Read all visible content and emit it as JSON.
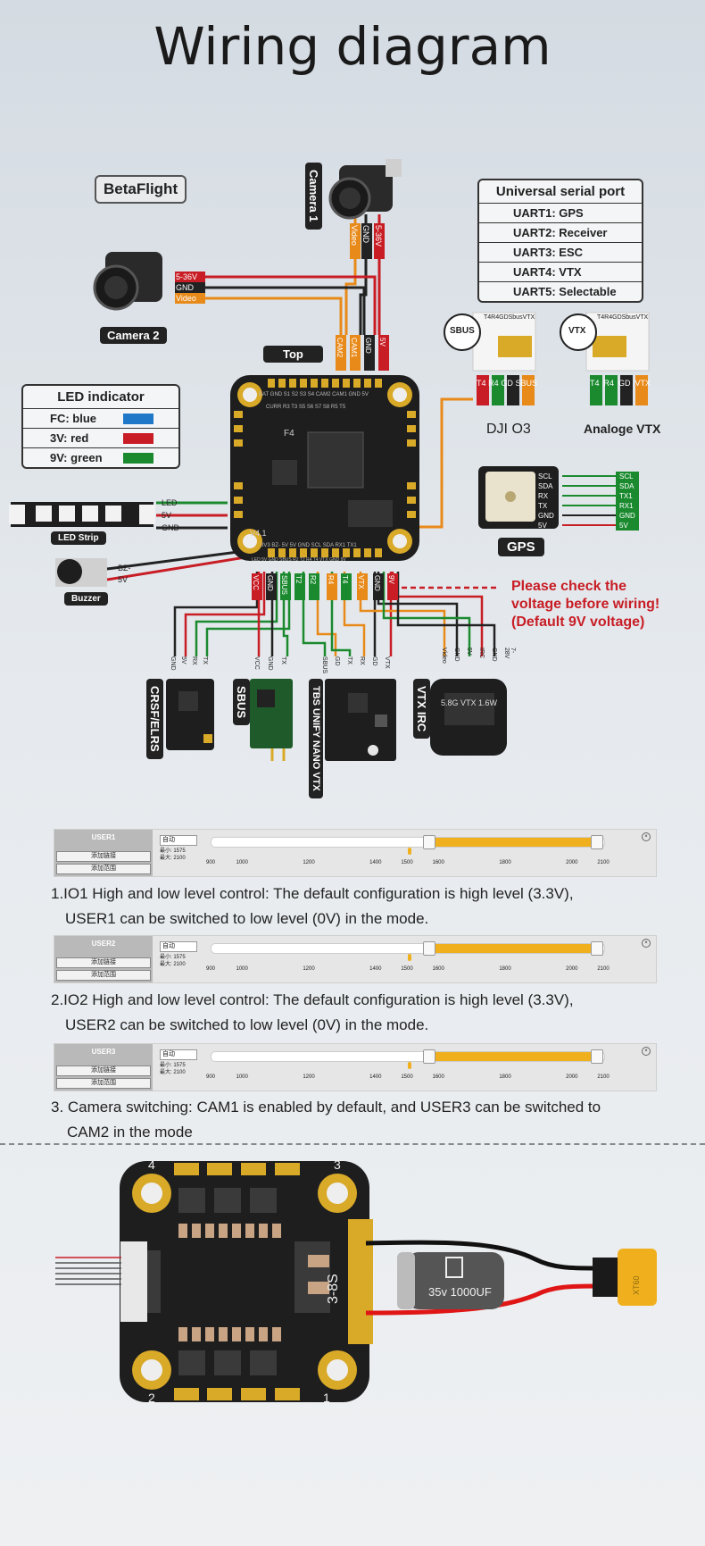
{
  "title": "Wiring diagram",
  "betaflight_badge": "BetaFlight",
  "top_label": "Top",
  "camera1": {
    "label": "Camera 1",
    "wires": [
      "Video",
      "GND",
      "5-36V"
    ]
  },
  "camera2": {
    "label": "Camera 2",
    "wires": [
      "5-36V",
      "GND",
      "Video"
    ]
  },
  "uart": {
    "header": "Universal serial port",
    "rows": [
      "UART1: GPS",
      "UART2: Receiver",
      "UART3: ESC",
      "UART4: VTX",
      "UART5: Selectable"
    ]
  },
  "led_indicator": {
    "header": "LED indicator",
    "rows": [
      {
        "text": "FC:  blue",
        "color": "#1f78c8"
      },
      {
        "text": "3V:  red",
        "color": "#c81d25"
      },
      {
        "text": "9V:  green",
        "color": "#1b8a2f"
      }
    ]
  },
  "fc": {
    "model": "F4",
    "version": "V4.1",
    "top_pads": "BAT GND  S1  S2  S3  S4 CAM2 CAM1 GND 5V",
    "row2": "CURR R3  T3  S5  S6  S7  S8  R5  T5",
    "bottom_pads": "3V3 BZ-  5V  5V GND SCL SDA RX1 TX1",
    "row_b2": "LED 5V  GND SBUS R2  T2  R4  T4  VTX GND 9V",
    "cam_pads": [
      "CAM2",
      "CAM1",
      "GND",
      "5V"
    ],
    "bottom_wires": [
      "VCC",
      "GND",
      "SBUS",
      "T2",
      "R2",
      "R4",
      "T4",
      "VTX",
      "GND",
      "9V"
    ]
  },
  "dji": {
    "label": "DJI O3",
    "chip": "SBUS",
    "pins": [
      "T4",
      "R4",
      "GD",
      "SBUS"
    ],
    "header_pins": [
      "T4",
      "R4",
      "GD",
      "Sbus",
      "VTX"
    ]
  },
  "analog_vtx": {
    "label": "Analoge VTX",
    "chip": "VTX",
    "pins": [
      "T4",
      "R4",
      "GD",
      "VTX"
    ],
    "header_pins": [
      "T4",
      "R4",
      "GD",
      "Sbus",
      "VTX"
    ]
  },
  "gps": {
    "label": "GPS",
    "pins": [
      "SCL",
      "SDA",
      "RX",
      "TX",
      "GND",
      "5V"
    ],
    "fc_side": [
      "SCL",
      "SDA",
      "TX1",
      "RX1",
      "GND",
      "5V"
    ]
  },
  "led_strip": {
    "label": "LED Strip",
    "wires": [
      "LED",
      "5V",
      "GND"
    ]
  },
  "buzzer": {
    "label": "Buzzer",
    "wires": [
      "BZ-",
      "5V"
    ]
  },
  "warning": [
    "Please check the",
    "voltage before wiring!",
    "(Default 9V voltage)"
  ],
  "receivers": [
    {
      "label": "CRSF/ELRS",
      "pins": [
        "GND",
        "5V",
        "RX",
        "TX"
      ]
    },
    {
      "label": "SBUS",
      "pins": [
        "VCC",
        "GND",
        "TX"
      ]
    },
    {
      "label": "TBS UNIFY NANO VTX",
      "pins": [
        "SBUS",
        "GD",
        "TX",
        "RX",
        "GD",
        "VTX"
      ]
    },
    {
      "label": "VTX IRC",
      "pins": [
        "Video",
        "GND",
        "5V",
        "IRC",
        "GND",
        "7-28V"
      ],
      "text": "5.8G VTX 1.6W"
    }
  ],
  "modes": [
    {
      "user": "USER1",
      "auto": "自动",
      "min": "最小: 1575",
      "max": "最大: 2100",
      "btn1": "添加链接",
      "btn2": "添加范围",
      "desc": [
        "1.IO1 High and low level control: The default configuration is high level (3.3V),",
        "USER1 can be switched to low level (0V) in the mode."
      ]
    },
    {
      "user": "USER2",
      "auto": "自动",
      "min": "最小: 1575",
      "max": "最大: 2100",
      "btn1": "添加链接",
      "btn2": "添加范围",
      "desc": [
        "2.IO2 High and low level control: The default configuration is high level (3.3V),",
        "USER2 can be switched to low level (0V) in the mode."
      ]
    },
    {
      "user": "USER3",
      "auto": "自动",
      "min": "最小: 1575",
      "max": "最大: 2100",
      "btn1": "添加链接",
      "btn2": "添加范围",
      "desc": [
        "3. Camera switching: CAM1 is enabled by default, and USER3 can be switched to",
        "CAM2 in the mode"
      ]
    }
  ],
  "ticks": [
    "900",
    "1000",
    "1200",
    "1400",
    "1500",
    "1600",
    "1800",
    "2000",
    "2100"
  ],
  "esc": {
    "voltage": "3-8S",
    "capacitor": "35v  1000UF",
    "connector": "XT60",
    "corners": [
      "4",
      "3",
      "2",
      "1"
    ]
  }
}
